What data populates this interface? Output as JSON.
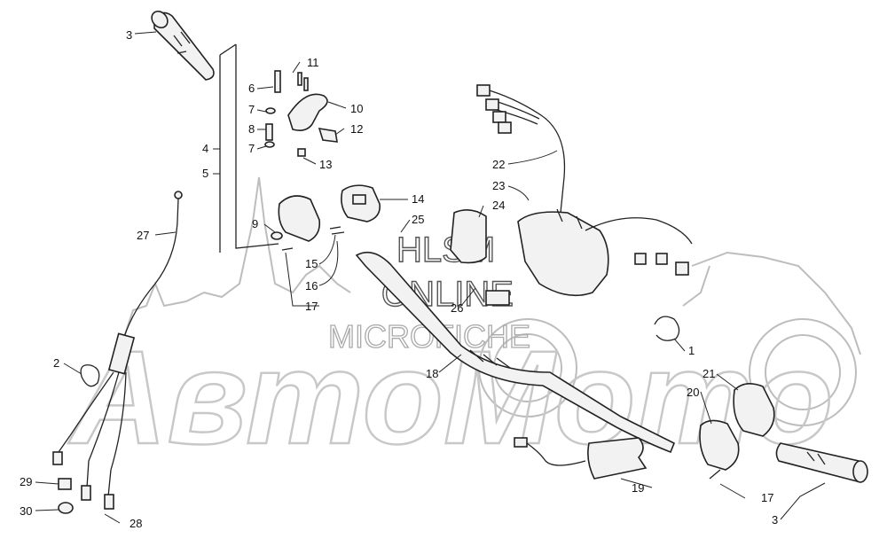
{
  "watermark": {
    "line1": "HLSM",
    "line2": "ONLINE",
    "line3": "MICROFICHE",
    "brand": "АвтоМото"
  },
  "callouts": [
    {
      "id": "c3a",
      "text": "3"
    },
    {
      "id": "c11",
      "text": "11"
    },
    {
      "id": "c6",
      "text": "6"
    },
    {
      "id": "c10",
      "text": "10"
    },
    {
      "id": "c7a",
      "text": "7"
    },
    {
      "id": "c8",
      "text": "8"
    },
    {
      "id": "c12",
      "text": "12"
    },
    {
      "id": "c4",
      "text": "4"
    },
    {
      "id": "c7b",
      "text": "7"
    },
    {
      "id": "c13",
      "text": "13"
    },
    {
      "id": "c5",
      "text": "5"
    },
    {
      "id": "c22",
      "text": "22"
    },
    {
      "id": "c23",
      "text": "23"
    },
    {
      "id": "c14",
      "text": "14"
    },
    {
      "id": "c24",
      "text": "24"
    },
    {
      "id": "c25",
      "text": "25"
    },
    {
      "id": "c9",
      "text": "9"
    },
    {
      "id": "c27",
      "text": "27"
    },
    {
      "id": "c15",
      "text": "15"
    },
    {
      "id": "c16",
      "text": "16"
    },
    {
      "id": "c17a",
      "text": "17"
    },
    {
      "id": "c26",
      "text": "26"
    },
    {
      "id": "c1",
      "text": "1"
    },
    {
      "id": "c2",
      "text": "2"
    },
    {
      "id": "c18",
      "text": "18"
    },
    {
      "id": "c21",
      "text": "21"
    },
    {
      "id": "c20",
      "text": "20"
    },
    {
      "id": "c29",
      "text": "29"
    },
    {
      "id": "c19",
      "text": "19"
    },
    {
      "id": "c17b",
      "text": "17"
    },
    {
      "id": "c30",
      "text": "30"
    },
    {
      "id": "c28",
      "text": "28"
    },
    {
      "id": "c3b",
      "text": "3"
    }
  ]
}
